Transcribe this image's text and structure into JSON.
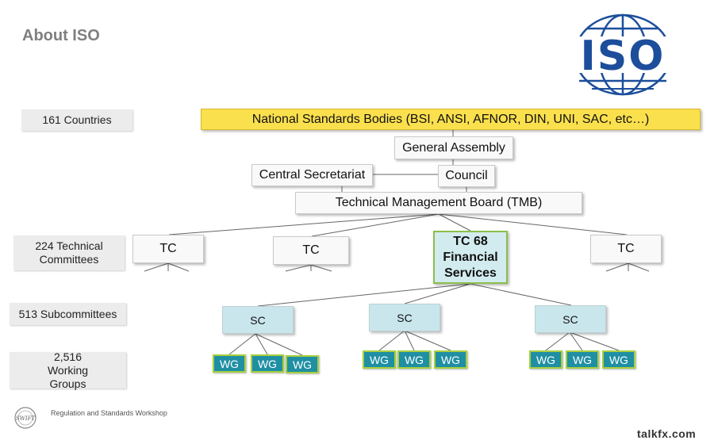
{
  "page": {
    "title": "About ISO",
    "footer": "Regulation and Standards Workshop",
    "watermark": "talkfx.com"
  },
  "logos": {
    "iso_text": "ISO",
    "swift_text": "SWIFT"
  },
  "colors": {
    "title_gray": "#7f7f7f",
    "yellow": "#fbe04e",
    "wg_teal": "#1f8fa3",
    "wg_border": "#a8cf3c",
    "sc_fill": "#c9e6ec",
    "iso_blue": "#1c4e9b"
  },
  "side_labels": {
    "countries": "161 Countries",
    "tcs": "224 Technical Committees",
    "scs": "513 Subcommittees",
    "wgs": "2,516 Working Groups"
  },
  "org": {
    "nsb": "National Standards Bodies (BSI, ANSI, AFNOR, DIN, UNI, SAC, etc…)",
    "general_assembly": "General Assembly",
    "central_secretariat": "Central Secretariat",
    "council": "Council",
    "tmb": "Technical Management Board (TMB)",
    "tc": "TC",
    "tc68": "TC 68 Financial Services",
    "sc": "SC",
    "wg": "WG"
  }
}
